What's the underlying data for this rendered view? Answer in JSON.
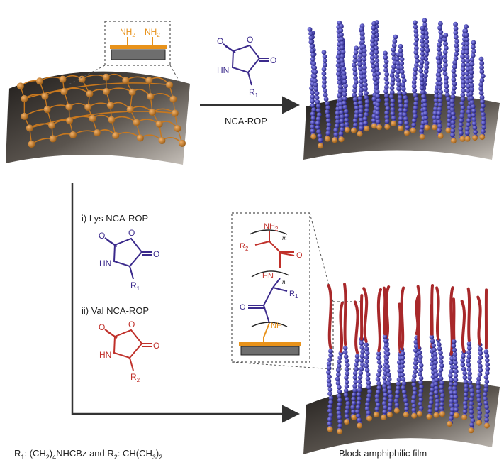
{
  "labels": {
    "arrow_top": "NCA-ROP",
    "step_i": "i) Lys NCA-ROP",
    "step_ii": "ii) Val NCA-ROP",
    "footnote_r1": "R",
    "footnote_r1_sub": "1",
    "footnote_r1_def": ": (CH",
    "footnote_ch2_sub": "2",
    "footnote_mid": ")",
    "footnote_4_sub": "4",
    "footnote_rest": "NHCBz and R",
    "footnote_r2_sub": "2",
    "footnote_r2_def": ": CH(CH",
    "footnote_ch3_sub": "3",
    "footnote_end": ")",
    "footnote_2_sub": "2",
    "result_caption": "Block amphiphilic film"
  },
  "chem": {
    "nh2": "NH",
    "nh2_sub": "2",
    "o": "O",
    "hn": "HN",
    "nh": "NH",
    "r": "R",
    "sub1": "1",
    "sub2": "2",
    "n": "n",
    "m": "m"
  },
  "colors": {
    "blue": "#3b2a8c",
    "red": "#c0302a",
    "orange": "#e8921a",
    "bead_blue": "#3a36a8",
    "bead_orange": "#c8781e",
    "surface_dark": "#3a3632",
    "surface_light": "#a9a39d",
    "arrow": "#333333"
  }
}
